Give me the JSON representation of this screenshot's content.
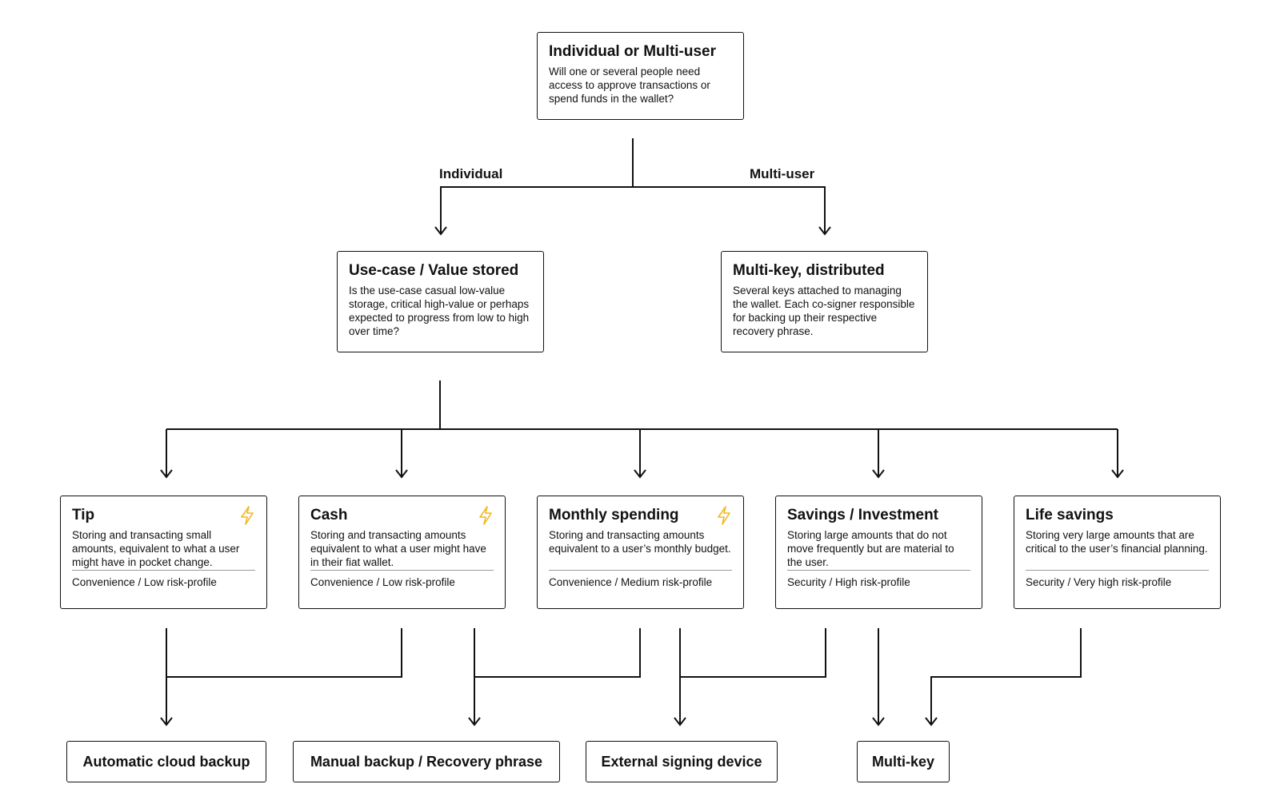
{
  "root": {
    "title": "Individual or Multi-user",
    "text": "Will one or several people need access to approve transactions or spend funds in the wallet?"
  },
  "branches": {
    "left": "Individual",
    "right": "Multi-user"
  },
  "use_case": {
    "title": "Use-case / Value stored",
    "text": "Is the use-case casual low-value storage, critical high-value or perhaps expected to progress from low to high over time?"
  },
  "multi_key_distributed": {
    "title": "Multi-key, distributed",
    "text": "Several keys attached to managing the wallet. Each co-signer responsible for backing up their respective recovery phrase."
  },
  "categories": [
    {
      "title": "Tip",
      "text": "Storing and transacting small amounts, equivalent to what a user might have in pocket change.",
      "tag": "Convenience / Low risk-profile",
      "icon": "lightning-icon"
    },
    {
      "title": "Cash",
      "text": "Storing and transacting amounts equivalent to what a user might have in their fiat wallet.",
      "tag": "Convenience / Low risk-profile",
      "icon": "lightning-icon"
    },
    {
      "title": "Monthly spending",
      "text": "Storing and transacting amounts equivalent to a user’s monthly budget.",
      "tag": "Convenience / Medium risk-profile",
      "icon": "lightning-icon"
    },
    {
      "title": "Savings / Investment",
      "text": "Storing large amounts that do not move frequently but are material to the user.",
      "tag": "Security / High risk-profile"
    },
    {
      "title": "Life savings",
      "text": "Storing very large amounts that are critical to the user’s financial planning.",
      "tag": "Security / Very high risk-profile"
    }
  ],
  "results": [
    "Automatic cloud backup",
    "Manual backup / Recovery phrase",
    "External signing device",
    "Multi-key"
  ],
  "colors": {
    "line": "#111111",
    "divider": "#9a9a9a",
    "lightning": "#f5b51e"
  }
}
